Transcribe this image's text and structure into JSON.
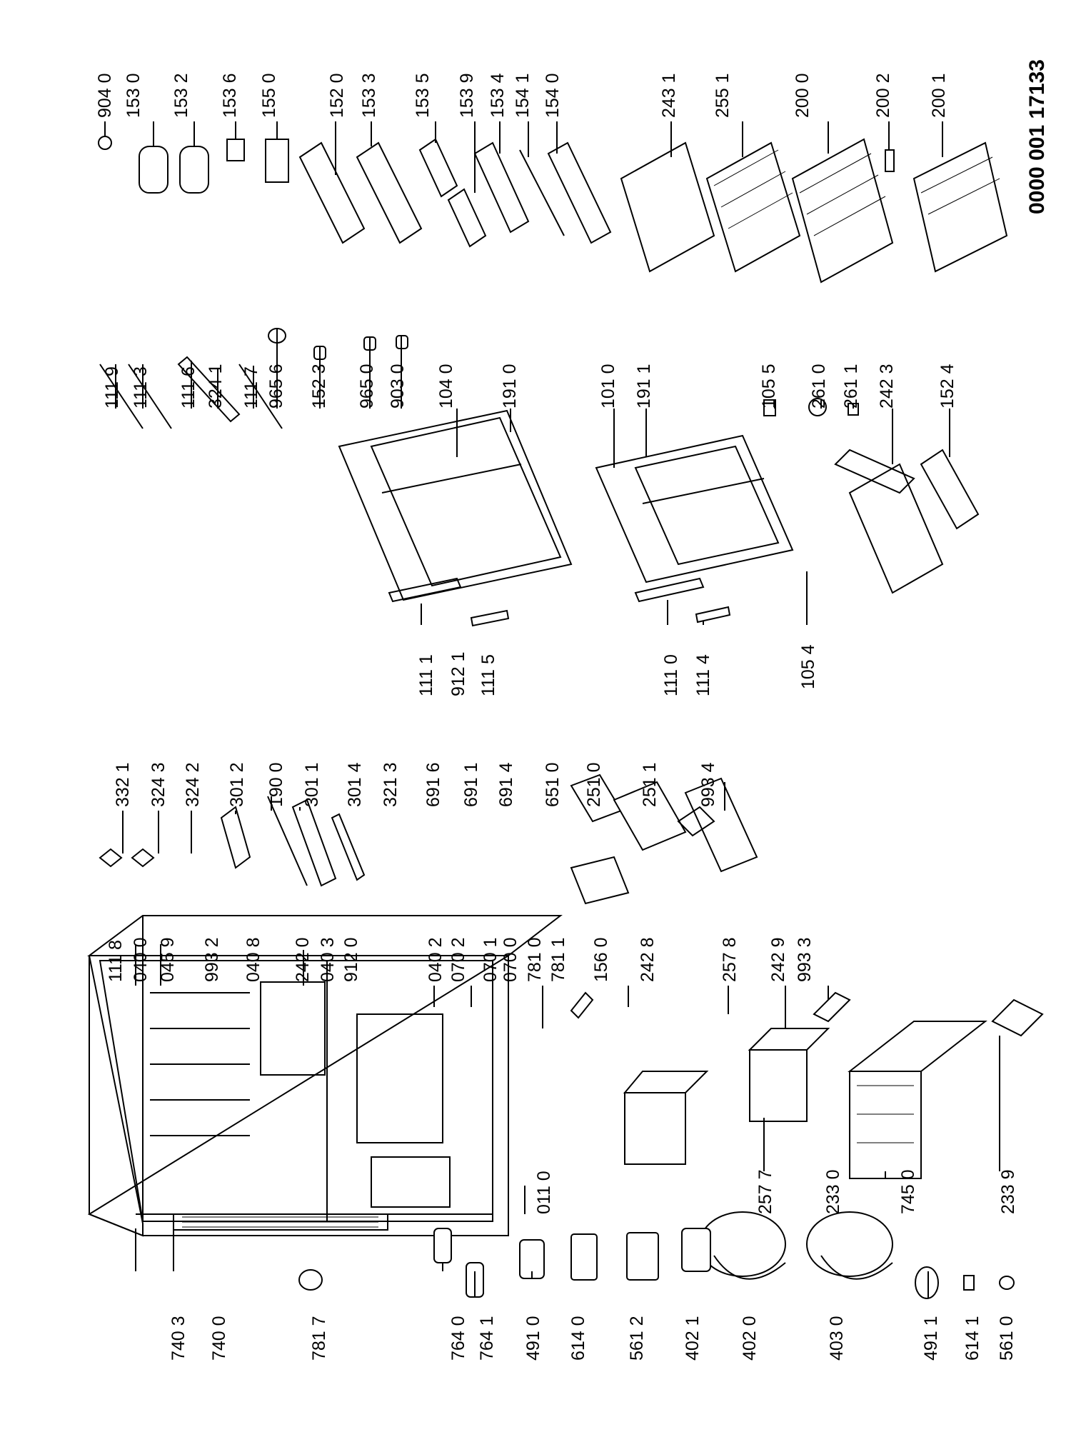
{
  "document_number": "0000 001 17133",
  "callouts": [
    {
      "id": "c01",
      "label": "904 0"
    },
    {
      "id": "c02",
      "label": "153 0"
    },
    {
      "id": "c03",
      "label": "153 2"
    },
    {
      "id": "c04",
      "label": "153 6"
    },
    {
      "id": "c05",
      "label": "155 0"
    },
    {
      "id": "c06",
      "label": "152 0"
    },
    {
      "id": "c07",
      "label": "153 3"
    },
    {
      "id": "c08",
      "label": "153 5"
    },
    {
      "id": "c09",
      "label": "153 9"
    },
    {
      "id": "c10",
      "label": "153 4"
    },
    {
      "id": "c11",
      "label": "154 1"
    },
    {
      "id": "c12",
      "label": "154 0"
    },
    {
      "id": "c13",
      "label": "243 1"
    },
    {
      "id": "c14",
      "label": "255 1"
    },
    {
      "id": "c15",
      "label": "200 0"
    },
    {
      "id": "c16",
      "label": "200 2"
    },
    {
      "id": "c17",
      "label": "200 1"
    },
    {
      "id": "c18",
      "label": "111 9"
    },
    {
      "id": "c19",
      "label": "111 3"
    },
    {
      "id": "c20",
      "label": "111 6"
    },
    {
      "id": "c21",
      "label": "324 1"
    },
    {
      "id": "c22",
      "label": "111 7"
    },
    {
      "id": "c23",
      "label": "965 6"
    },
    {
      "id": "c24",
      "label": "152 3"
    },
    {
      "id": "c25",
      "label": "965 0"
    },
    {
      "id": "c26",
      "label": "903 0"
    },
    {
      "id": "c27",
      "label": "104 0"
    },
    {
      "id": "c28",
      "label": "191 0"
    },
    {
      "id": "c29",
      "label": "101 0"
    },
    {
      "id": "c30",
      "label": "191 1"
    },
    {
      "id": "c31",
      "label": "105 5"
    },
    {
      "id": "c32",
      "label": "261 0"
    },
    {
      "id": "c33",
      "label": "261 1"
    },
    {
      "id": "c34",
      "label": "242 3"
    },
    {
      "id": "c35",
      "label": "152 4"
    },
    {
      "id": "c36",
      "label": "111 1"
    },
    {
      "id": "c37",
      "label": "912 1"
    },
    {
      "id": "c38",
      "label": "111 5"
    },
    {
      "id": "c39",
      "label": "111 0"
    },
    {
      "id": "c40",
      "label": "111 4"
    },
    {
      "id": "c41",
      "label": "105 4"
    },
    {
      "id": "c42",
      "label": "332 1"
    },
    {
      "id": "c43",
      "label": "324 3"
    },
    {
      "id": "c44",
      "label": "324 2"
    },
    {
      "id": "c45",
      "label": "301 2"
    },
    {
      "id": "c46",
      "label": "190 0"
    },
    {
      "id": "c47",
      "label": "301 1"
    },
    {
      "id": "c48",
      "label": "301 4"
    },
    {
      "id": "c49",
      "label": "321 3"
    },
    {
      "id": "c50",
      "label": "691 6"
    },
    {
      "id": "c51",
      "label": "691 1"
    },
    {
      "id": "c52",
      "label": "691 4"
    },
    {
      "id": "c53",
      "label": "651 0"
    },
    {
      "id": "c54",
      "label": "251 0"
    },
    {
      "id": "c55",
      "label": "251 1"
    },
    {
      "id": "c56",
      "label": "993 4"
    },
    {
      "id": "c57",
      "label": "111 8"
    },
    {
      "id": "c58",
      "label": "040 0"
    },
    {
      "id": "c59",
      "label": "045 9"
    },
    {
      "id": "c60",
      "label": "993 2"
    },
    {
      "id": "c61",
      "label": "040 8"
    },
    {
      "id": "c62",
      "label": "242 0"
    },
    {
      "id": "c63",
      "label": "040 3"
    },
    {
      "id": "c64",
      "label": "912 0"
    },
    {
      "id": "c65",
      "label": "040 2"
    },
    {
      "id": "c66",
      "label": "070 2"
    },
    {
      "id": "c67",
      "label": "070 1"
    },
    {
      "id": "c68",
      "label": "070 0"
    },
    {
      "id": "c69",
      "label": "781 0"
    },
    {
      "id": "c70",
      "label": "781 1"
    },
    {
      "id": "c71",
      "label": "156 0"
    },
    {
      "id": "c72",
      "label": "242 8"
    },
    {
      "id": "c73",
      "label": "257 8"
    },
    {
      "id": "c74",
      "label": "242 9"
    },
    {
      "id": "c75",
      "label": "993 3"
    },
    {
      "id": "c76",
      "label": "011 0"
    },
    {
      "id": "c77",
      "label": "257 7"
    },
    {
      "id": "c78",
      "label": "233 0"
    },
    {
      "id": "c79",
      "label": "745 0"
    },
    {
      "id": "c80",
      "label": "233 9"
    },
    {
      "id": "c81",
      "label": "740 3"
    },
    {
      "id": "c82",
      "label": "740 0"
    },
    {
      "id": "c83",
      "label": "781 7"
    },
    {
      "id": "c84",
      "label": "764 0"
    },
    {
      "id": "c85",
      "label": "764 1"
    },
    {
      "id": "c86",
      "label": "491 0"
    },
    {
      "id": "c87",
      "label": "614 0"
    },
    {
      "id": "c88",
      "label": "561 2"
    },
    {
      "id": "c89",
      "label": "402 1"
    },
    {
      "id": "c90",
      "label": "402 0"
    },
    {
      "id": "c91",
      "label": "403 0"
    },
    {
      "id": "c92",
      "label": "491 1"
    },
    {
      "id": "c93",
      "label": "614 1"
    },
    {
      "id": "c94",
      "label": "561 0"
    }
  ]
}
